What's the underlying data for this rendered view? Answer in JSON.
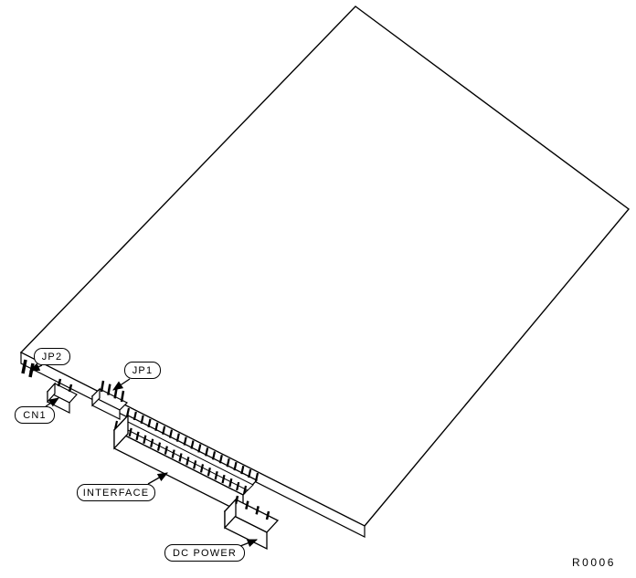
{
  "diagram": {
    "ref_code": "R0006",
    "labels": {
      "jp2": "JP2",
      "jp1": "JP1",
      "cn1": "CN1",
      "interface": "INTERFACE",
      "dc_power": "DC POWER"
    },
    "colors": {
      "line": "#000000",
      "background": "#ffffff"
    }
  }
}
